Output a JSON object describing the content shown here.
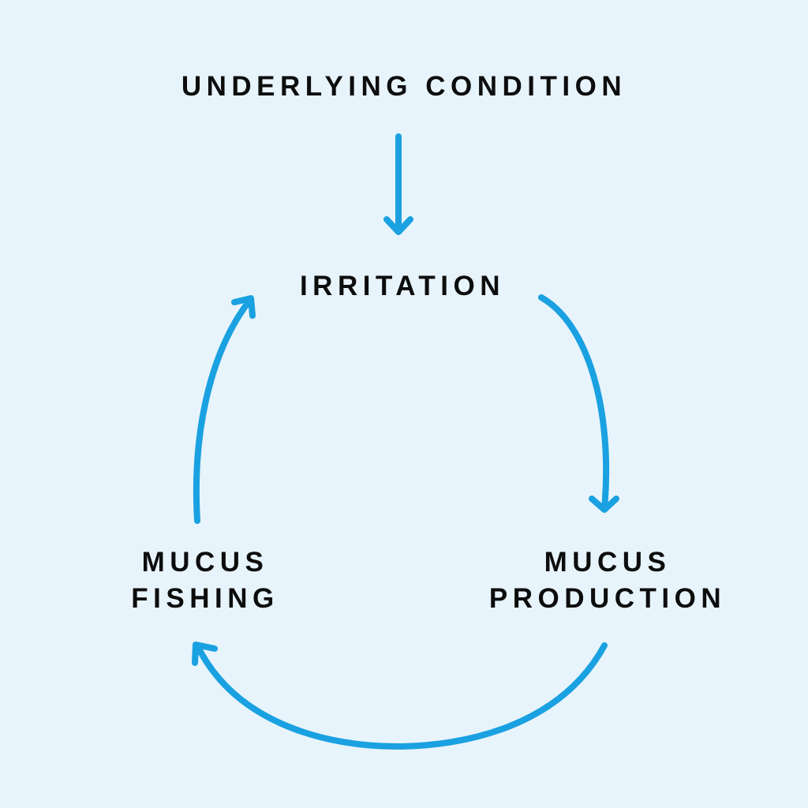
{
  "background_color": "#e8f4fb",
  "arrow_color": "#1aa1e1",
  "text_color": "#0d0d0d",
  "nodes": {
    "underlying_condition": "UNDERLYING CONDITION",
    "irritation": "IRRITATION",
    "mucus_fishing": {
      "line1": "MUCUS",
      "line2": "FISHING"
    },
    "mucus_production": {
      "line1": "MUCUS",
      "line2": "PRODUCTION"
    }
  },
  "edges": [
    {
      "from": "UNDERLYING CONDITION",
      "to": "IRRITATION"
    },
    {
      "from": "IRRITATION",
      "to": "MUCUS PRODUCTION"
    },
    {
      "from": "MUCUS PRODUCTION",
      "to": "MUCUS FISHING"
    },
    {
      "from": "MUCUS FISHING",
      "to": "IRRITATION"
    }
  ]
}
